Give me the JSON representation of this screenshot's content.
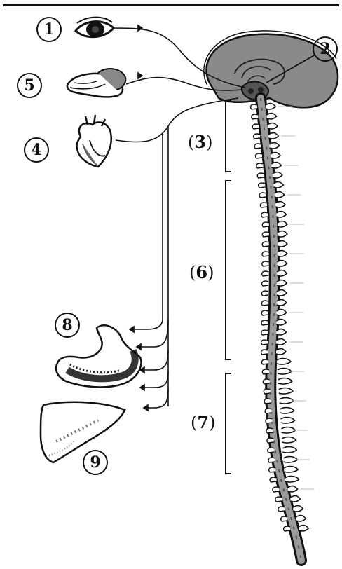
{
  "labels": {
    "eye": "1",
    "brain": "2",
    "cervical_region": "3",
    "heart": "4",
    "salivary_gland": "5",
    "thoracic_region": "6",
    "lumbar_region": "7",
    "stomach": "8",
    "liver": "9"
  }
}
